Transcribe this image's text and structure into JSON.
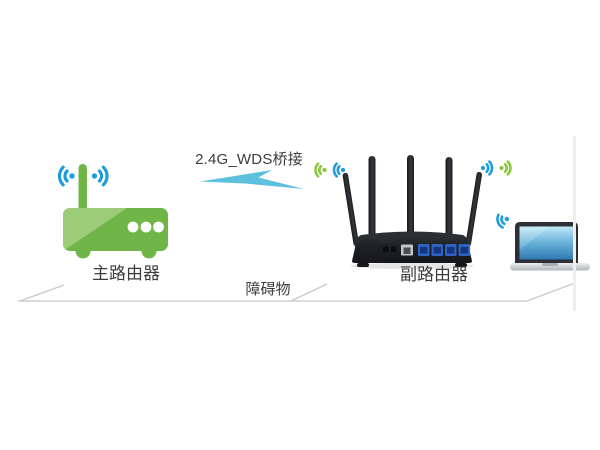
{
  "scene": {
    "main_router": {
      "label": "主路由器"
    },
    "bridge_link": {
      "label": "2.4G_WDS桥接"
    },
    "secondary_router": {
      "label": "副路由器"
    },
    "obstacle": {
      "label": "障碍物"
    }
  },
  "colors": {
    "router-green": "#6fb547",
    "router-green-light": "#9dcc78",
    "wifi-blue": "#1e9ddb",
    "wifi-green": "#8cc63f",
    "bolt-blue": "#5cc0de",
    "label-color": "#3c3c3c",
    "line-gray": "#c8c8c8"
  },
  "icons": {
    "wifi-signal-icon": "radiating arcs with source dot",
    "lightning-bolt-icon": "horizontal zigzag flash",
    "main-router-icon": "green one-antenna router",
    "secondary-router-icon": "black five-antenna router rear view",
    "laptop-icon": "notebook with blue screen"
  }
}
